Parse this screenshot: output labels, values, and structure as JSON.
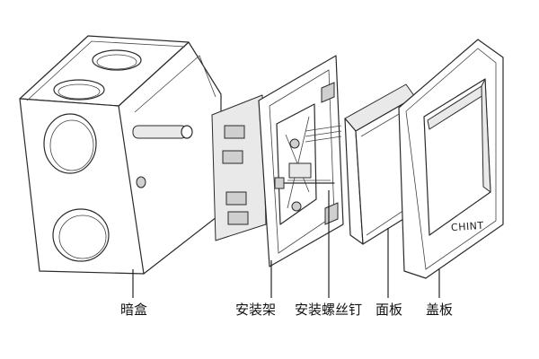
{
  "labels": {
    "box": "暗盒",
    "frame": "安装架",
    "screw": "安装螺丝钉",
    "panel": "面板",
    "cover": "盖板"
  },
  "brand_text": "CHINT",
  "colors": {
    "line": "#2a2a2a",
    "shade": "#e9e9e9",
    "background": "#ffffff"
  }
}
